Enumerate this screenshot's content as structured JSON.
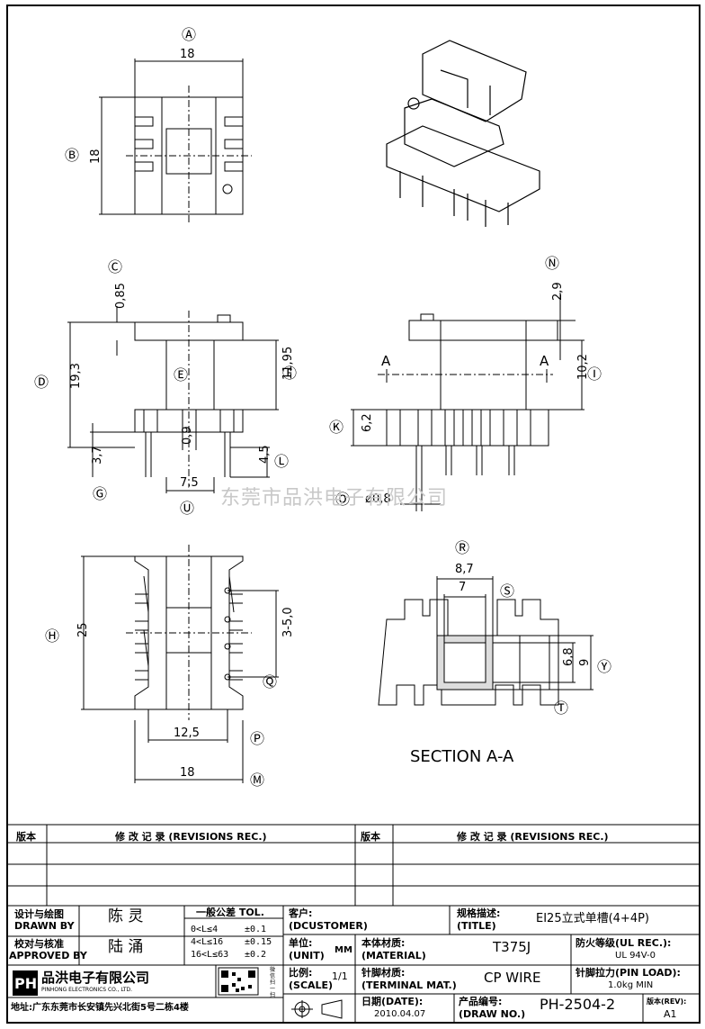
{
  "watermark": "东莞市品洪电子有限公司",
  "labels": {
    "A": "Ⓐ",
    "B": "Ⓑ",
    "C": "Ⓒ",
    "D": "Ⓓ",
    "E": "Ⓔ",
    "F": "Ⓕ",
    "G": "Ⓖ",
    "H": "Ⓗ",
    "I": "Ⓘ",
    "K": "Ⓚ",
    "L": "Ⓛ",
    "M": "Ⓜ",
    "N": "Ⓝ",
    "O": "Ⓞ",
    "P": "Ⓟ",
    "Q": "Ⓠ",
    "R": "Ⓡ",
    "S": "Ⓢ",
    "T": "Ⓣ",
    "U": "Ⓤ",
    "Y": "Ⓨ"
  },
  "dims": {
    "top_w": "18",
    "top_h": "18",
    "c": "0,85",
    "d": "19,3",
    "f": "11,95",
    "e": "0,9",
    "g": "3,7",
    "l": "4,5",
    "ud": "7,5",
    "n": "2,9",
    "i": "10,2",
    "k": "6,2",
    "pin": "ø0,8",
    "h": "25",
    "q": "3-5,0",
    "p": "12,5",
    "m": "18",
    "r": "8,7",
    "s": "7",
    "t": "6,8",
    "y": "9",
    "section_arrow": "A",
    "section": "SECTION A-A"
  },
  "revisions": {
    "col_ver": "版本",
    "col_rec": "修 改 记 录 (REVISIONS REC.)"
  },
  "titleblock": {
    "designer_label": "设计与绘图",
    "designer_label_en": "DRAWN BY",
    "designer": "陈 灵",
    "approver_label": "校对与核准",
    "approver_label_en": "APPROVED BY",
    "approver": "陆 涌",
    "tol_title": "一般公差 TOL.",
    "tol_rows": [
      {
        "range": "0<L≤4",
        "val": "±0.1"
      },
      {
        "range": "4<L≤16",
        "val": "±0.15"
      },
      {
        "range": "16<L≤63",
        "val": "±0.2"
      }
    ],
    "customer_label": "客户:",
    "customer_en": "(DCUSTOMER)",
    "title_label": "规格描述:",
    "title_en": "(TITLE)",
    "title": "EI25立式单槽(4+4P)",
    "unit_label": "单位:",
    "unit_en": "(UNIT)",
    "unit": "MM",
    "material_label": "本体材质:",
    "material_en": "(MATERIAL)",
    "material": "T375J",
    "ul_label": "防火等级(UL REC.):",
    "ul": "UL 94V-0",
    "scale_label": "比例:",
    "scale_en": "(SCALE)",
    "scale": "1/1",
    "terminal_label": "针脚材质:",
    "terminal_en": "(TERMINAL MAT.)",
    "terminal": "CP WIRE",
    "pinload_label": "针脚拉力(PIN LOAD):",
    "pinload": "1.0kg MIN",
    "date_label": "日期(DATE):",
    "date": "2010.04.07",
    "drawno_label": "产品编号:",
    "drawno_en": "(DRAW NO.)",
    "drawno": "PH-2504-2",
    "rev_label": "版本(REV):",
    "rev": "A1",
    "company_logo": "PH",
    "company": "品洪电子有限公司",
    "company_en": "PINHONG ELECTRONICS CO., LTD.",
    "address": "地址:广东东莞市长安镇先兴北街5号二栋4楼",
    "qr_text": "微信扫一扫"
  }
}
